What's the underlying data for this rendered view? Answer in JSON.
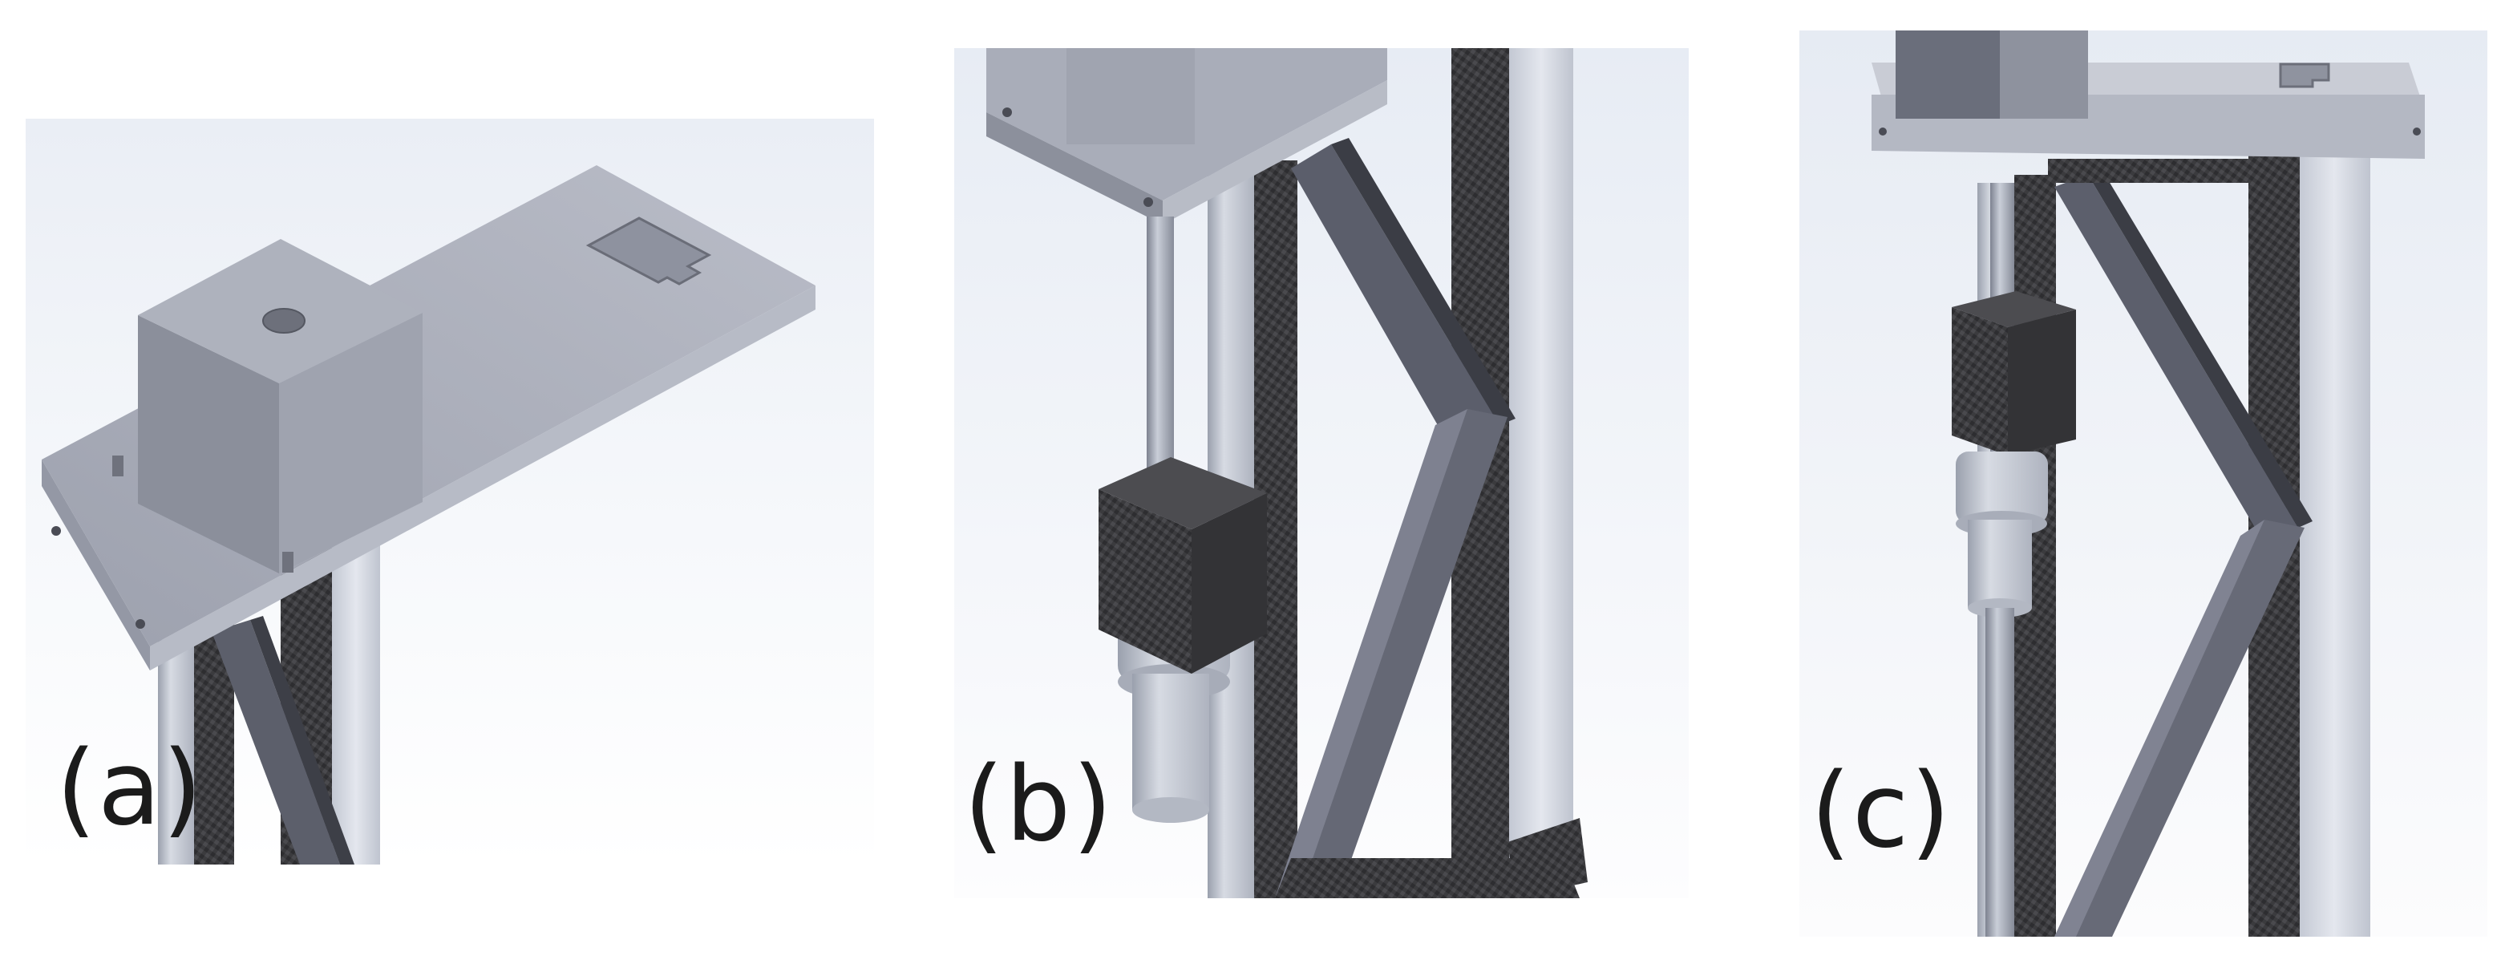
{
  "panels": [
    {
      "id": "a",
      "label": "(a)"
    },
    {
      "id": "b",
      "label": "(b)"
    },
    {
      "id": "c",
      "label": "(c)"
    }
  ],
  "colors": {
    "carbon_fiber": "#3c3c3f",
    "aluminum_light": "#c9ced8",
    "plate_top": "#a8acb8",
    "strut": "#5b5e6b",
    "block_dark": "#2f2f32"
  }
}
